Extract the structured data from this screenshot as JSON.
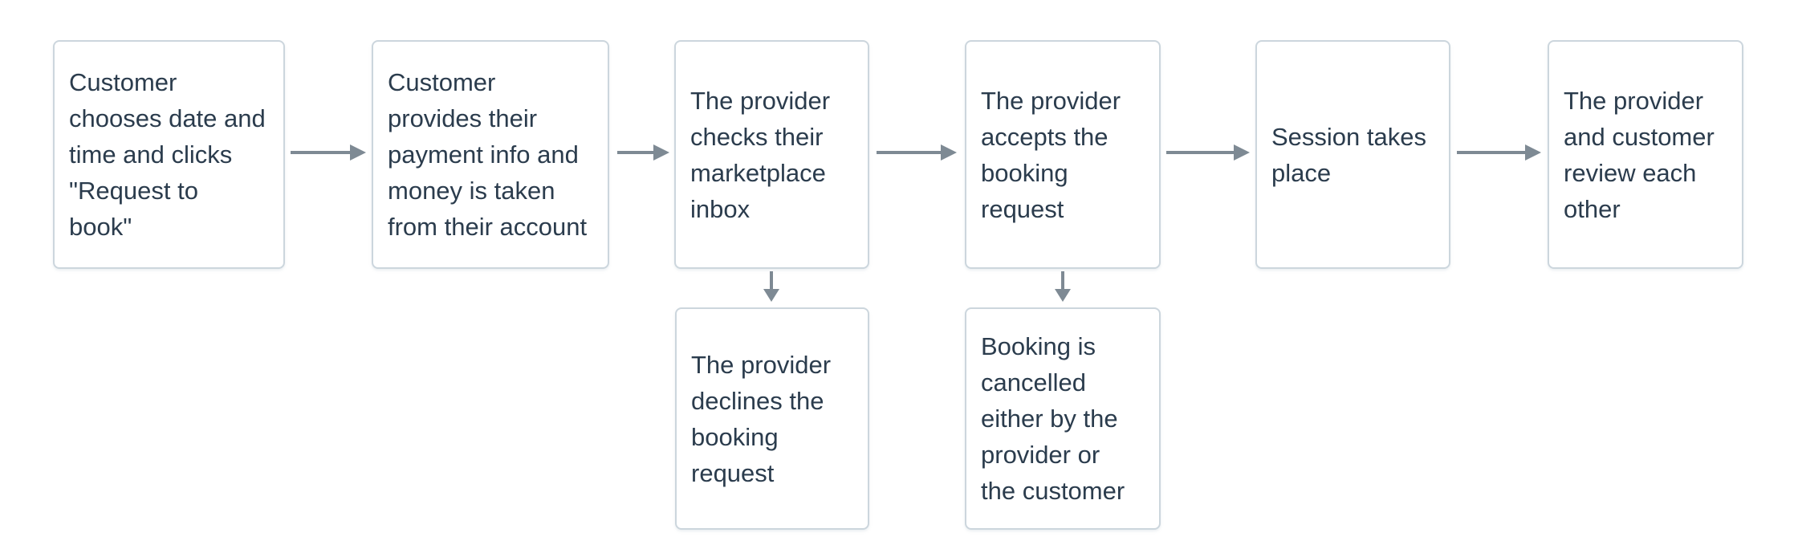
{
  "colors": {
    "background": "#ffffff",
    "box_border": "#ccd6dd",
    "box_text": "#2b3c4d",
    "arrow": "#7e8a94"
  },
  "flow": {
    "steps": [
      {
        "name": "customer-chooses-date",
        "text": "Customer\nchooses date and\ntime and clicks\n\"Request to\nbook\""
      },
      {
        "name": "customer-provides-payment",
        "text": "Customer\nprovides their\npayment info and\nmoney is taken\nfrom their account"
      },
      {
        "name": "provider-checks-inbox",
        "text": "The provider\nchecks their\nmarketplace\ninbox"
      },
      {
        "name": "provider-accepts-request",
        "text": "The provider\naccepts the\nbooking\nrequest"
      },
      {
        "name": "session-takes-place",
        "text": "Session takes\nplace"
      },
      {
        "name": "review-each-other",
        "text": "The provider\nand customer\nreview each\nother"
      }
    ],
    "branches": [
      {
        "name": "provider-declines-request",
        "from_step": 3,
        "text": "The provider\ndeclines the\nbooking\nrequest"
      },
      {
        "name": "booking-cancelled",
        "from_step": 4,
        "text": "Booking is\ncancelled\neither by the\nprovider or\nthe customer"
      }
    ]
  }
}
